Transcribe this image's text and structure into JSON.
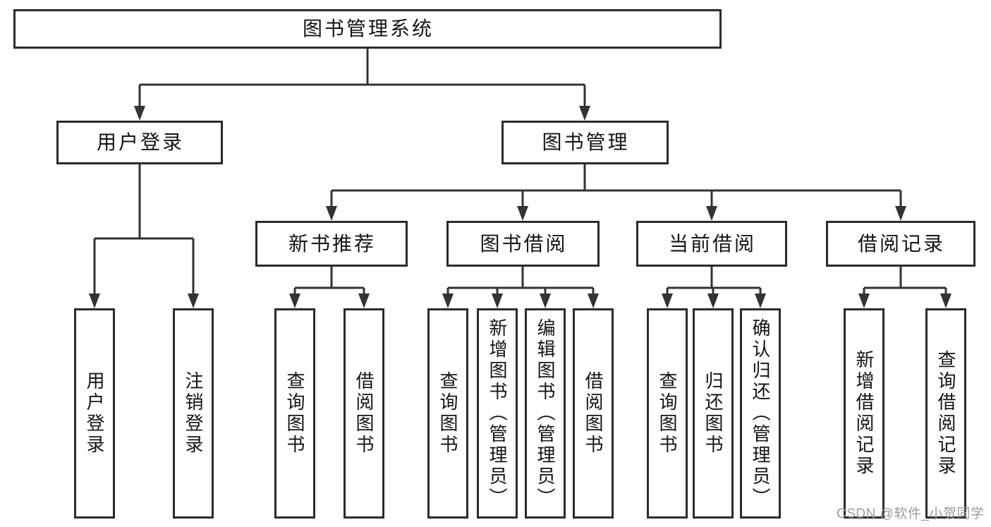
{
  "root": {
    "label": "图书管理系统"
  },
  "level2": [
    {
      "label": "用户登录"
    },
    {
      "label": "图书管理"
    }
  ],
  "level3": [
    {
      "label": "新书推荐"
    },
    {
      "label": "图书借阅"
    },
    {
      "label": "当前借阅"
    },
    {
      "label": "借阅记录"
    }
  ],
  "leaves": {
    "user_login": [
      {
        "label": "用户登录"
      },
      {
        "label": "注销登录"
      }
    ],
    "new_book": [
      {
        "label": "查询图书"
      },
      {
        "label": "借阅图书"
      }
    ],
    "borrow": [
      {
        "label": "查询图书"
      },
      {
        "label": "新增图书（管理员）"
      },
      {
        "label": "编辑图书（管理员）"
      },
      {
        "label": "借阅图书"
      }
    ],
    "current": [
      {
        "label": "查询图书"
      },
      {
        "label": "归还图书"
      },
      {
        "label": "确认归还（管理员）"
      }
    ],
    "record": [
      {
        "label": "新增借阅记录"
      },
      {
        "label": "查询借阅记录"
      }
    ]
  },
  "watermark": {
    "text": "CSDN @软件_小贺同学"
  },
  "colors": {
    "line": "#333333",
    "box_border": "#2b2b2b",
    "text": "#141414",
    "watermark": "#9b9b9b",
    "background": "#ffffff"
  }
}
